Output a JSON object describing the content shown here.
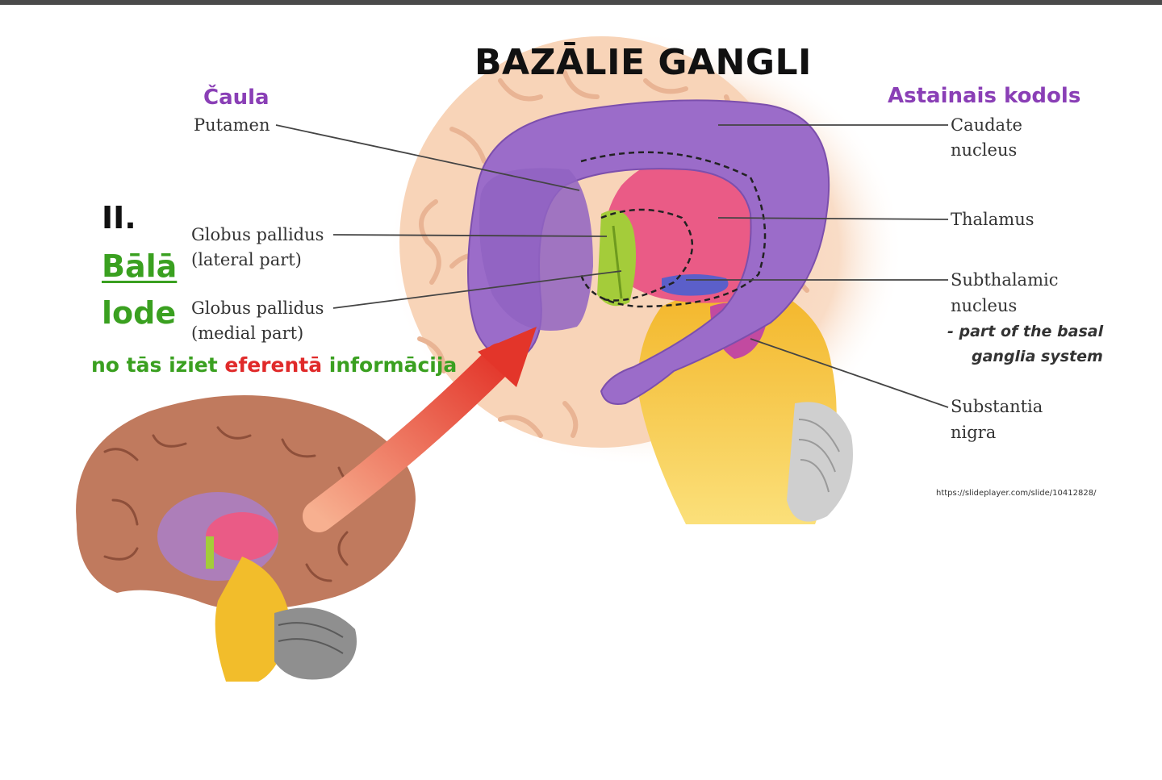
{
  "title": "BAZĀLIE GANGLI",
  "headings": {
    "left": "Čaula",
    "right": "Astainais kodols"
  },
  "labels": {
    "putamen": "Putamen",
    "globus_lateral_1": "Globus pallidus",
    "globus_lateral_2": "(lateral part)",
    "globus_medial_1": "Globus pallidus",
    "globus_medial_2": "(medial part)",
    "caudate_1": "Caudate",
    "caudate_2": "nucleus",
    "thalamus": "Thalamus",
    "subthalamic_1": "Subthalamic",
    "subthalamic_2": "nucleus",
    "subthalamic_note_1": "- part of the basal",
    "subthalamic_note_2": "ganglia system",
    "substantia_1": "Substantia",
    "substantia_2": "nigra"
  },
  "side_text": {
    "roman": "II.",
    "bala": "Bālā",
    "lode": "lode",
    "efferent_1": "no tās iziet ",
    "efferent_red": "eferentā",
    "efferent_2": " informācija"
  },
  "source": "https://slideplayer.com/slide/10412828/",
  "colors": {
    "heading_purple": "#8a3fb6",
    "text_green": "#3aa020",
    "text_red": "#e02a2a",
    "caudate_purple": "#9b6cc9",
    "thalamus_pink": "#ea5b86",
    "globus_green": "#a4cc3a",
    "brainstem_yellow": "#f2bd2b",
    "cortex_tan": "#f7d9bf",
    "arrow_red": "#e64a36"
  }
}
